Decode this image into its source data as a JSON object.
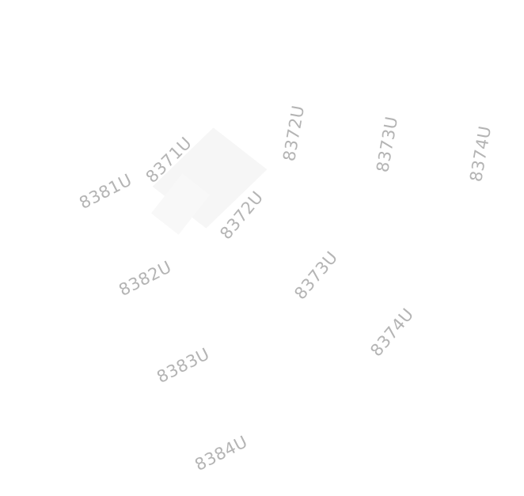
{
  "map": {
    "labels": {
      "a": "8381U",
      "b": "8371U",
      "c": "8372U",
      "d": "8373U",
      "e": "8374U",
      "f": "8372U",
      "g": "8382U",
      "h": "8373U",
      "i": "8374U",
      "j": "8383U",
      "k": "8384U"
    },
    "colors": {
      "background": "#ffffff",
      "label": "#b4b4b4",
      "tile": "#f5f5f5"
    }
  }
}
